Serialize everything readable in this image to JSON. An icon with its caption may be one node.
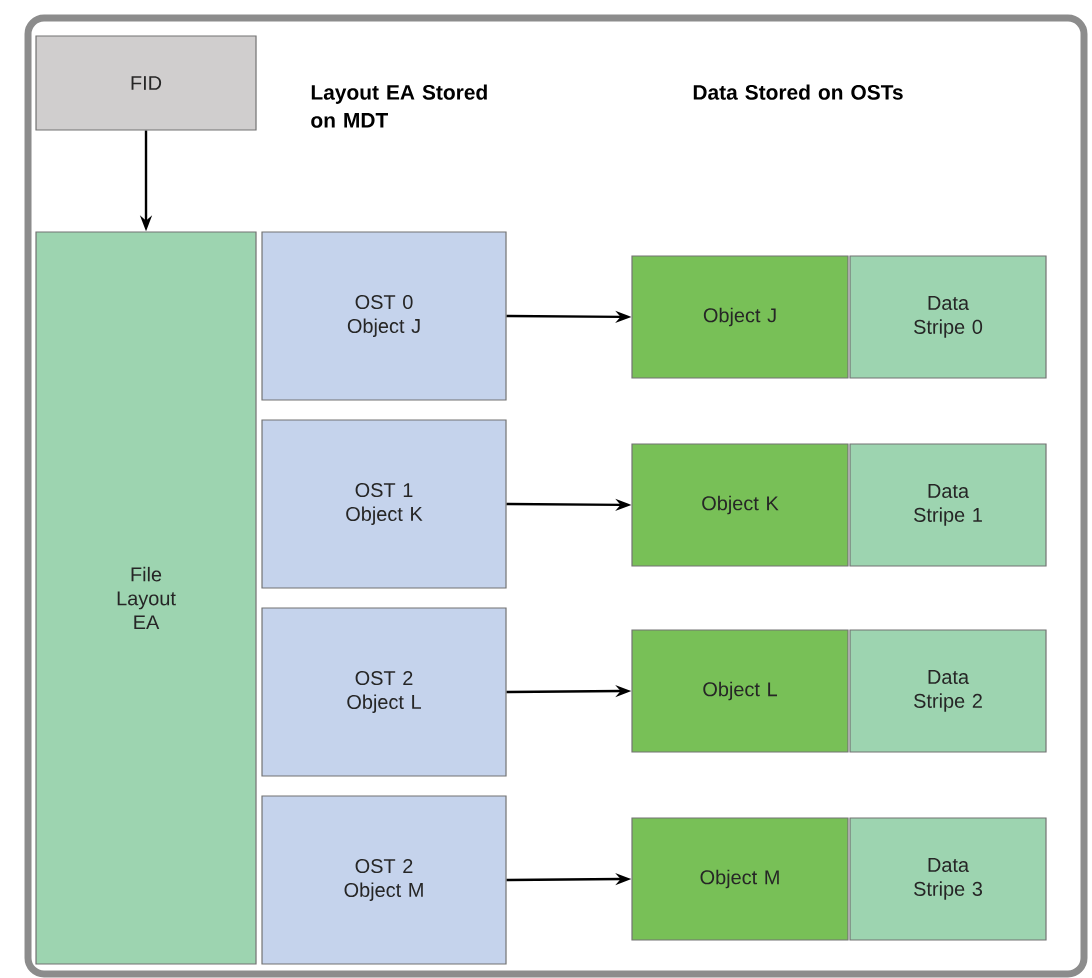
{
  "diagram": {
    "nodes": [
      {
        "text": [
          "FID"
        ]
      },
      {
        "text": [
          "File Layout EA"
        ]
      },
      {
        "text": [
          "OST 0 Object J"
        ]
      },
      {
        "text": [
          "OST 1 Object K"
        ]
      },
      {
        "text": [
          "OST 2 Object L"
        ]
      },
      {
        "text": [
          "OST 2 Object M"
        ]
      },
      {
        "text": [
          "Object J"
        ]
      },
      {
        "text": [
          "Data Stripe 0"
        ]
      },
      {
        "text": [
          "Object K"
        ]
      },
      {
        "text": [
          "Data Stripe 1"
        ]
      },
      {
        "text": [
          "Object L"
        ]
      },
      {
        "text": [
          "Data Stripe 2"
        ]
      },
      {
        "text": [
          "Object M"
        ]
      },
      {
        "text": [
          "Data Stripe 3"
        ]
      }
    ],
    "edges": [
      {
        "from": 0,
        "to": 1,
        "arrow": "to"
      },
      {
        "from": 2,
        "to": 6,
        "arrow": "to"
      },
      {
        "from": 3,
        "to": 8,
        "arrow": "to"
      },
      {
        "from": 4,
        "to": 10,
        "arrow": "to"
      },
      {
        "from": 5,
        "to": 12,
        "arrow": "to"
      }
    ],
    "labels": [
      "Layout EA Stored on MDT",
      "Data Stored on OSTs"
    ]
  }
}
